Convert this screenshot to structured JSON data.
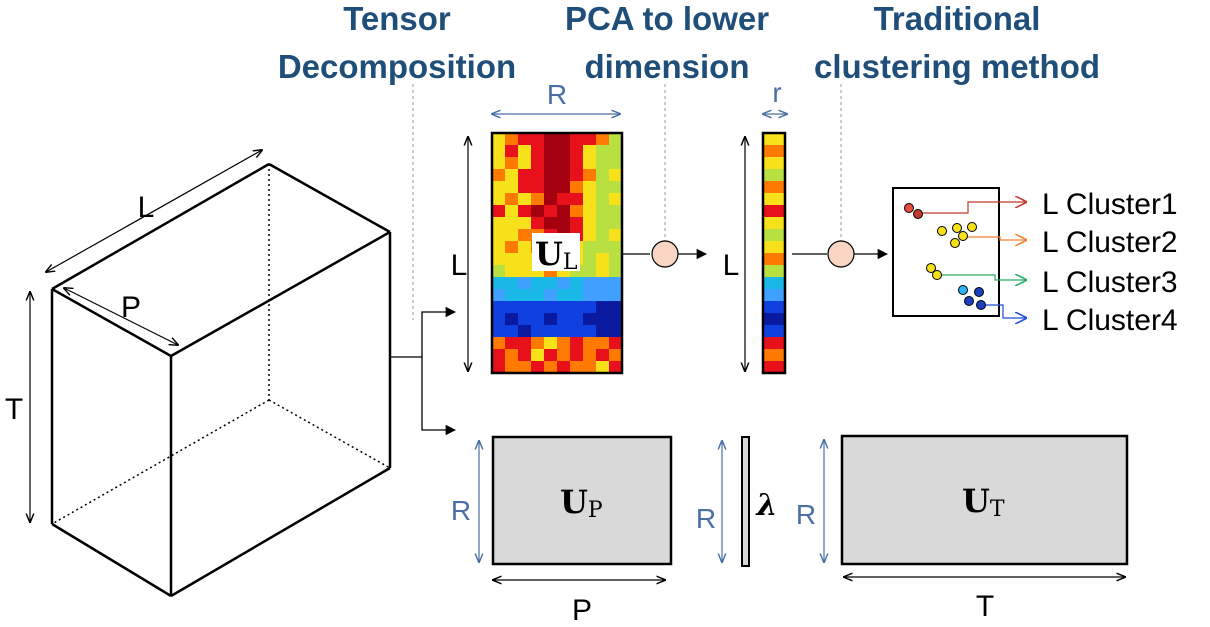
{
  "headings": {
    "tensor_decomposition": [
      "Tensor",
      "Decomposition"
    ],
    "pca": [
      "PCA to lower",
      "dimension"
    ],
    "clustering": [
      "Traditional",
      "clustering method"
    ]
  },
  "cube": {
    "dim_L": "L",
    "dim_P": "P",
    "dim_T": "T"
  },
  "matrix_UL": {
    "symbol": "U",
    "subscript": "L",
    "width_label": "R",
    "height_label": "L"
  },
  "reduced": {
    "width_label": "r",
    "height_label": "L"
  },
  "matrix_UP": {
    "symbol": "U",
    "subscript": "P",
    "height_label": "R",
    "width_label": "P"
  },
  "lambda": {
    "symbol": "λ",
    "height_label": "R"
  },
  "matrix_UT": {
    "symbol": "U",
    "subscript": "T",
    "height_label": "R",
    "width_label": "T"
  },
  "clusters": [
    {
      "label": "L Cluster1",
      "color": "#c0392b",
      "dots": [
        "#e74c3c",
        "#c0392b"
      ]
    },
    {
      "label": "L Cluster2",
      "color": "#f08030",
      "dots": [
        "#f7e11a",
        "#f7e11a",
        "#f7e11a",
        "#f7e11a",
        "#f7e11a"
      ]
    },
    {
      "label": "L Cluster3",
      "color": "#27ae60",
      "dots": [
        "#f7e11a",
        "#f7e11a"
      ]
    },
    {
      "label": "L Cluster4",
      "color": "#1f4fd8",
      "dots": [
        "#29b6f6",
        "#1a3fbf",
        "#1a3fbf",
        "#1a3fbf"
      ]
    }
  ],
  "heatmap_palette": {
    "dark_red": "#a50010",
    "red": "#e8101a",
    "orange": "#ff7a00",
    "yellow": "#f7e11a",
    "yellow_green": "#b8e040",
    "cyan": "#19b8e6",
    "light_blue": "#3fa0ff",
    "blue": "#1040e0",
    "dark_blue": "#0a1aa0"
  }
}
